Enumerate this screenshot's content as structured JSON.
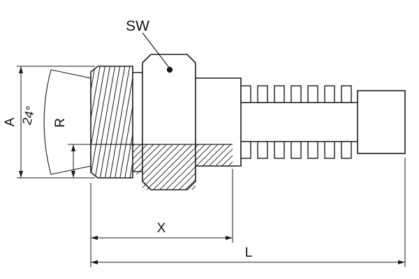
{
  "drawing": {
    "labels": {
      "wrench_size": "SW",
      "cone_angle": "24°",
      "thread_diameter": "A",
      "seat_radius": "R",
      "cutoff_length": "X",
      "overall_length": "L"
    },
    "colors": {
      "line": "#1a1a1a",
      "background": "#ffffff"
    }
  }
}
